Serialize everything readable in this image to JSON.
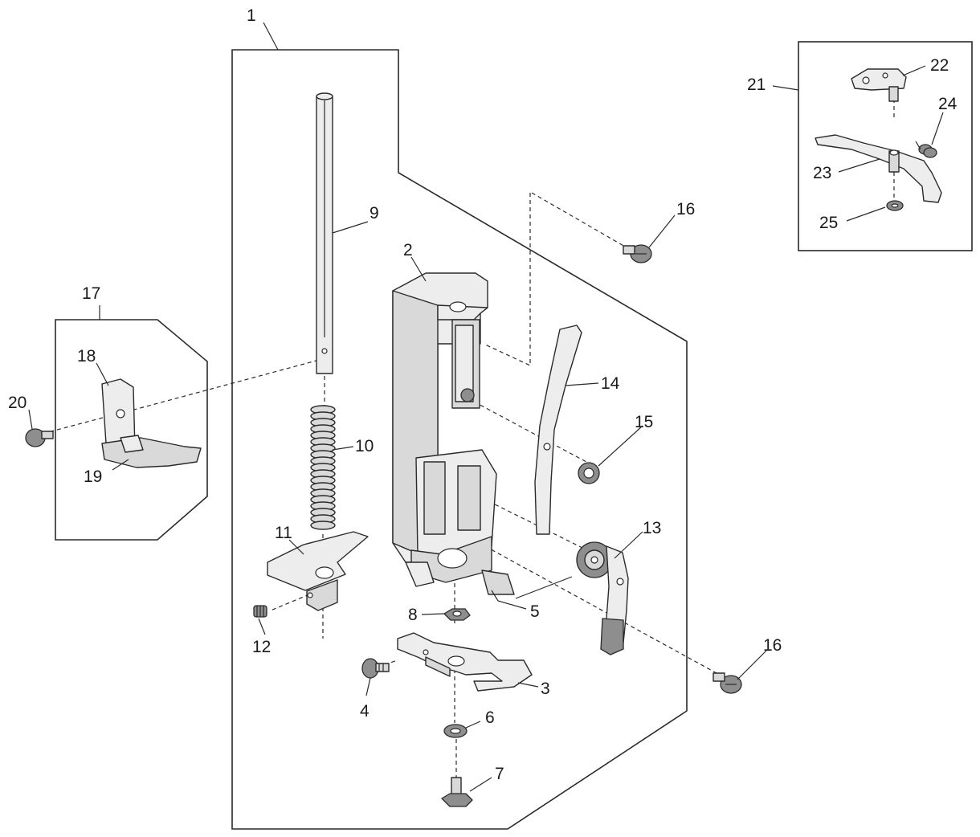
{
  "labels": {
    "l1": "1",
    "l2": "2",
    "l3": "3",
    "l4": "4",
    "l5": "5",
    "l6": "6",
    "l7": "7",
    "l8": "8",
    "l9": "9",
    "l10": "10",
    "l11": "11",
    "l12": "12",
    "l13": "13",
    "l14": "14",
    "l15": "15",
    "l16a": "16",
    "l16b": "16",
    "l17": "17",
    "l18": "18",
    "l19": "19",
    "l20": "20",
    "l21": "21",
    "l22": "22",
    "l23": "23",
    "l24": "24",
    "l25": "25"
  }
}
